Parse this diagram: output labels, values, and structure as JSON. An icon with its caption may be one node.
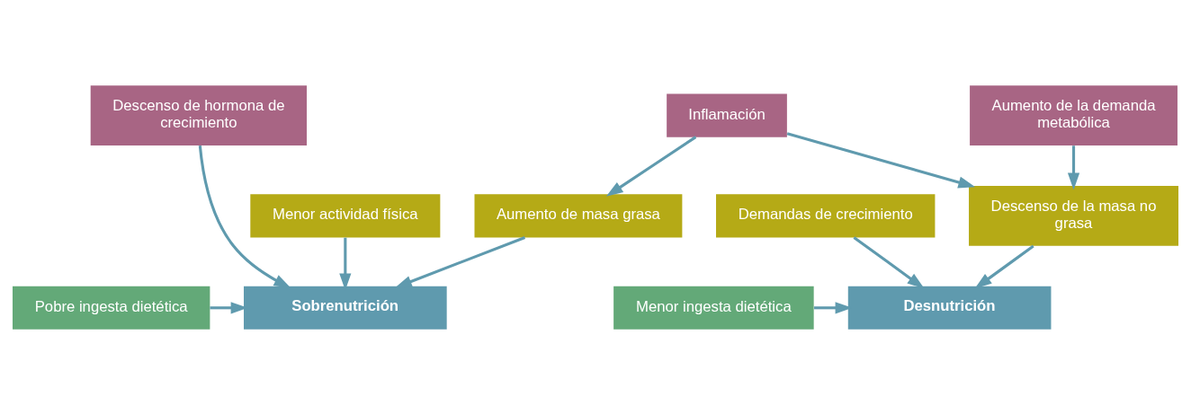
{
  "diagram": {
    "nodes": [
      {
        "text": [
          "Inflamación"
        ]
      },
      {
        "text": [
          "Descenso de hormona de crecimiento"
        ]
      },
      {
        "text": [
          "Aumento de la demanda metabólica"
        ]
      },
      {
        "text": [
          "Aumento de masa grasa"
        ]
      },
      {
        "text": [
          "Descenso de la masa no grasa"
        ]
      },
      {
        "text": [
          "Menor actividad física"
        ]
      },
      {
        "text": [
          "Demandas de crecimiento"
        ]
      },
      {
        "text": [
          "Pobre ingesta dietética"
        ]
      },
      {
        "text": [
          "Sobrenutrición"
        ]
      },
      {
        "text": [
          "Desnutrición"
        ]
      },
      {
        "text": [
          "Menor ingesta dietética"
        ]
      }
    ],
    "edges": [
      {
        "from": 0,
        "to": 3,
        "arrow": "to"
      },
      {
        "from": 0,
        "to": 4,
        "arrow": "to"
      },
      {
        "from": 1,
        "to": 8,
        "arrow": "to"
      },
      {
        "from": 2,
        "to": 4,
        "arrow": "to"
      },
      {
        "from": 5,
        "to": 8,
        "arrow": "to"
      },
      {
        "from": 3,
        "to": 8,
        "arrow": "to"
      },
      {
        "from": 4,
        "to": 9,
        "arrow": "to"
      },
      {
        "from": 6,
        "to": 9,
        "arrow": "to"
      },
      {
        "from": 7,
        "to": 8,
        "arrow": "to"
      },
      {
        "from": 10,
        "to": 9,
        "arrow": "to"
      }
    ]
  }
}
